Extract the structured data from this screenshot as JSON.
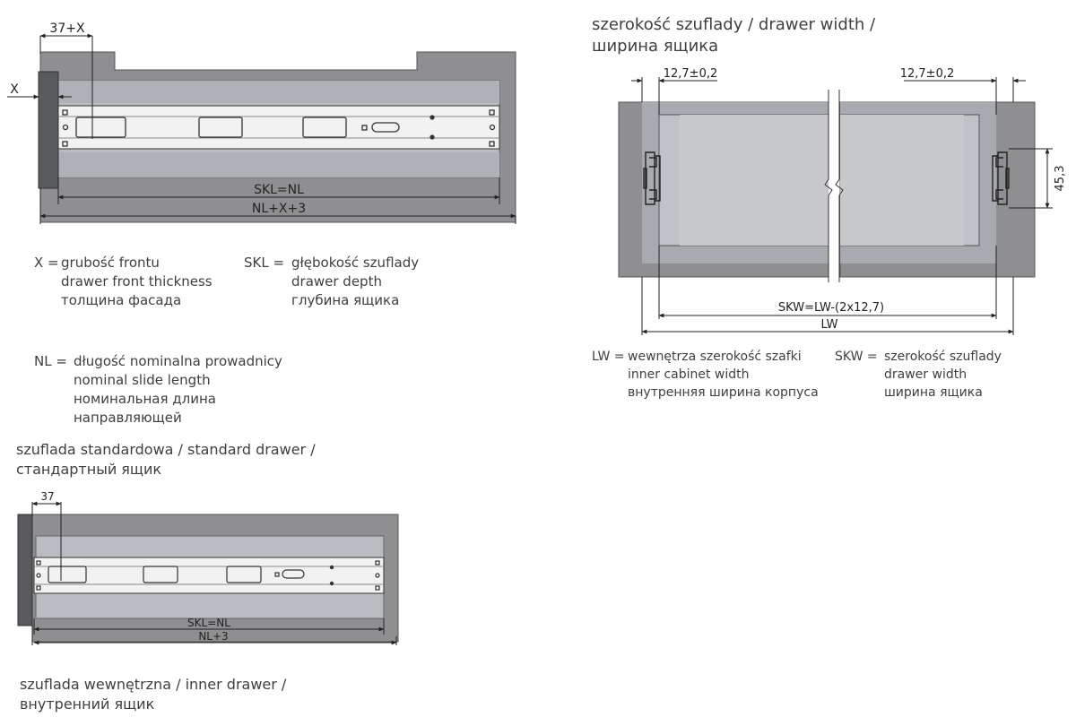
{
  "diagram_top": {
    "dim_37x": "37+X",
    "dim_x": "X",
    "dim_skl": "SKL=NL",
    "dim_nlx3": "NL+X+3"
  },
  "diagram_bottom": {
    "dim_37": "37",
    "dim_skl": "SKL=NL",
    "dim_nl3": "NL+3"
  },
  "diagram_right": {
    "title_line1": "szerokość szuflady / drawer width /",
    "title_line2": "ширина ящика",
    "dim_left_clearance": "12,7±0,2",
    "dim_right_clearance": "12,7±0,2",
    "dim_height": "45,3",
    "dim_skw": "SKW=LW-(2x12,7)",
    "dim_lw": "LW"
  },
  "legend": {
    "x_key": "X =",
    "x_pl": "grubość frontu",
    "x_en": "drawer front thickness",
    "x_ru": "толщина фасада",
    "skl_key": "SKL =",
    "skl_pl": "głębokość szuflady",
    "skl_en": "drawer depth",
    "skl_ru": "глубина ящика",
    "nl_key": "NL =",
    "nl_pl": "długość nominalna prowadnicy",
    "nl_en": "nominal slide length",
    "nl_ru1": "номинальная длина",
    "nl_ru2": "направляющей",
    "lw_key": "LW =",
    "lw_pl": "wewnętrza szerokość szafki",
    "lw_en": "inner cabinet width",
    "lw_ru": "внутренняя ширина корпуса",
    "skw_key": "SKW =",
    "skw_pl": "szerokość szuflady",
    "skw_en": "drawer width",
    "skw_ru": "ширина ящика"
  },
  "captions": {
    "standard_line1": "szuflada standardowa / standard drawer /",
    "standard_line2": "стандартный ящик",
    "inner_line1": "szuflada wewnętrzna / inner drawer /",
    "inner_line2": "внутренний ящик"
  }
}
